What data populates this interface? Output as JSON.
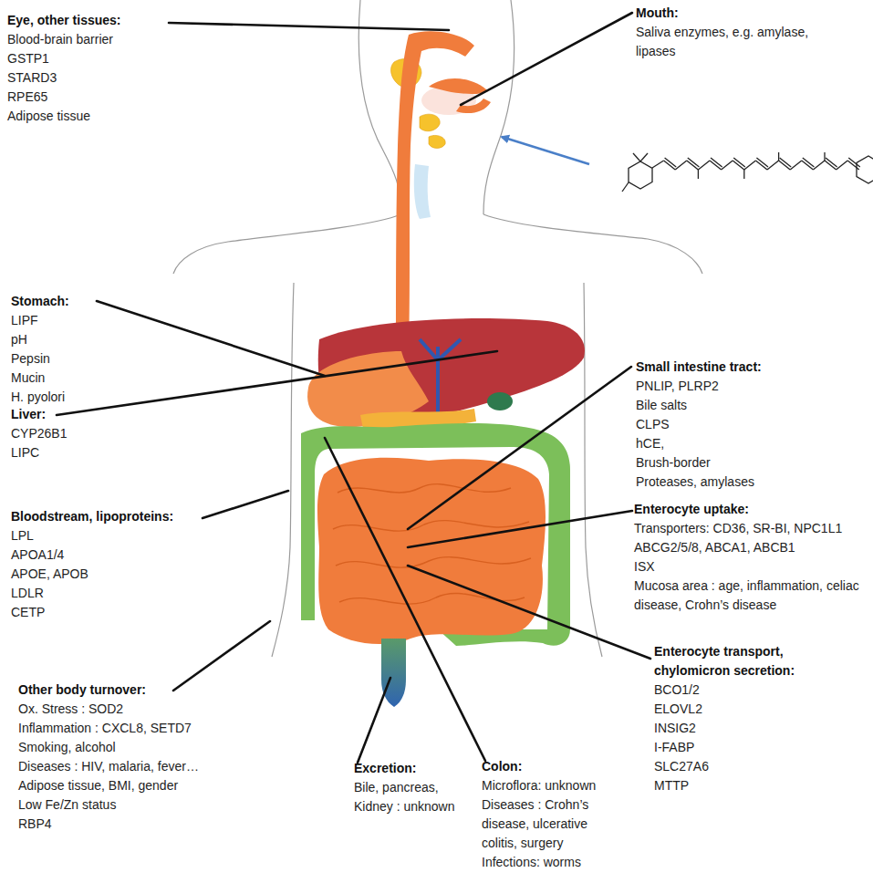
{
  "diagram": {
    "labels": [
      "Eye, other tissues:",
      "Blood-brain barrier",
      "GSTP1",
      "STARD3",
      "RPE65",
      "Adipose tissue",
      "Mouth:",
      "Saliva enzymes, e.g. amylase, lipases",
      "Stomach:",
      "LIPF",
      "pH",
      "Pepsin",
      "Mucin",
      "H. pyolori",
      "Liver:",
      "CYP26B1",
      "LIPC",
      "Bloodstream, lipoproteins:",
      "LPL",
      "APOA1/4",
      "APOE, APOB",
      "LDLR",
      "CETP",
      "Small intestine tract:",
      "PNLIP, PLRP2",
      "Bile salts",
      "CLPS",
      "hCE,",
      "Brush-border",
      "Proteases, amylases",
      "Enterocyte uptake:",
      "Transporters: CD36, SR-BI, NPC1L1",
      "ABCG2/5/8, ABCA1, ABCB1",
      "ISX",
      "Mucosa area : age, inflammation, celiac disease, Crohn’s disease",
      "Enterocyte transport, chylomicron secretion:",
      "BCO1/2",
      "ELOVL2",
      "INSIG2",
      "I-FABP",
      "SLC27A6",
      "MTTP",
      "Other body turnover:",
      "Ox. Stress : SOD2",
      "Inflammation : CXCL8, SETD7",
      "Smoking, alcohol",
      "Diseases : HIV, malaria, fever…",
      "Adipose tissue, BMI, gender",
      "Low Fe/Zn status",
      "RBP4",
      "Excretion:",
      "Bile, pancreas, Kidney : unknown",
      "Colon:",
      "Microflora: unknown",
      "Diseases : Crohn’s disease, ulcerative colitis,  surgery",
      "Infections: worms"
    ]
  }
}
